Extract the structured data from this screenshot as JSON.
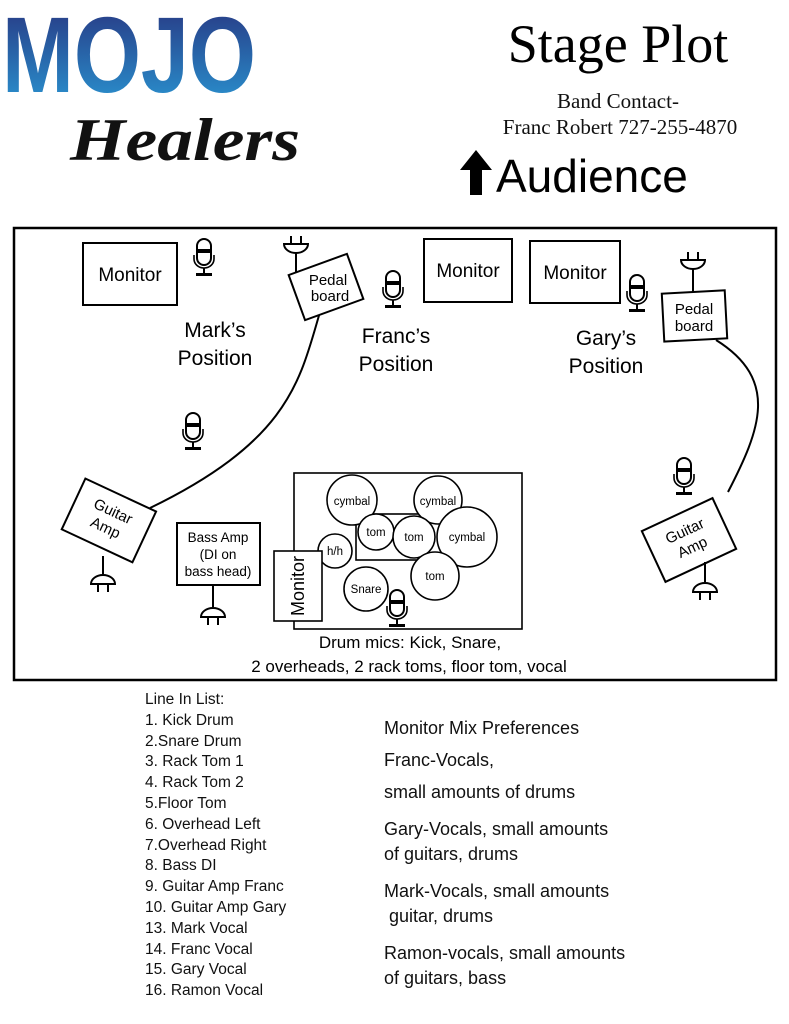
{
  "logo": {
    "line1": "MOJO",
    "line2": "Healers",
    "colors": {
      "top": "#27307c",
      "bottom": "#2a9ad6"
    }
  },
  "header": {
    "title": "Stage Plot",
    "contact_label": "Band Contact-",
    "contact": "Franc Robert 727-255-4870",
    "audience": "Audience"
  },
  "stage": {
    "monitor_mark": "Monitor",
    "monitor_franc": "Monitor",
    "monitor_gary": "Monitor",
    "monitor_drums": "Monitor",
    "pedal_left": [
      "Pedal",
      "board"
    ],
    "pedal_right": [
      "Pedal",
      "board"
    ],
    "mark_position": [
      "Mark’s",
      "Position"
    ],
    "franc_position": [
      "Franc’s",
      "Position"
    ],
    "gary_position": [
      "Gary’s",
      "Position"
    ],
    "guitar_amp_left": [
      "Guitar",
      "Amp"
    ],
    "guitar_amp_right": [
      "Guitar",
      "Amp"
    ],
    "bass_amp": [
      "Bass Amp",
      "(DI on",
      "bass head)"
    ],
    "drums": {
      "cymbal1": "cymbal",
      "cymbal2": "cymbal",
      "cymbal3": "cymbal",
      "tom1": "tom",
      "tom2": "tom",
      "tom3": "tom",
      "hihat": "h/h",
      "snare": "Snare"
    },
    "drum_mics": [
      "Drum mics: Kick, Snare,",
      "2 overheads, 2 rack toms, floor tom, vocal"
    ]
  },
  "line_in_list": {
    "title": "Line In List:",
    "items": [
      "1. Kick Drum",
      "2.Snare Drum",
      "3. Rack Tom 1",
      "4. Rack Tom 2",
      "5.Floor Tom",
      "6. Overhead Left",
      "7.Overhead Right",
      "8. Bass DI",
      "9. Guitar Amp Franc",
      "10. Guitar Amp Gary",
      "13. Mark Vocal",
      "14. Franc Vocal",
      "15. Gary Vocal",
      "16. Ramon Vocal"
    ]
  },
  "monitor_mix": {
    "title": "Monitor Mix Preferences",
    "entries": [
      [
        "Franc-Vocals,",
        "small amounts of drums"
      ],
      [
        "Gary-Vocals, small amounts",
        "of guitars, drums"
      ],
      [
        "Mark-Vocals, small amounts",
        " guitar, drums"
      ],
      [
        "Ramon-vocals, small amounts",
        "of guitars, bass"
      ]
    ]
  }
}
